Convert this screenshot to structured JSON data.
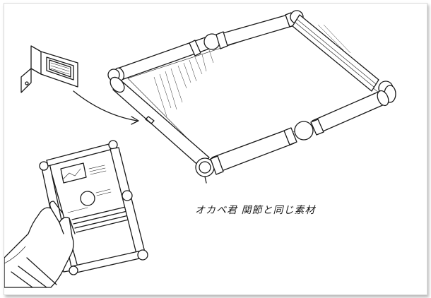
{
  "annotation": {
    "text": "オカベ君 関節と同じ素材"
  },
  "colors": {
    "ink": "#1a1a1a",
    "paper": "#ffffff",
    "frame_border": "#d8d8d8"
  },
  "figures": [
    {
      "name": "corner-bracket-detail",
      "description_icon": "bracket-icon"
    },
    {
      "name": "roller-frame",
      "description_icon": "frame-icon"
    },
    {
      "name": "handheld-device",
      "description_icon": "tablet-icon"
    }
  ]
}
